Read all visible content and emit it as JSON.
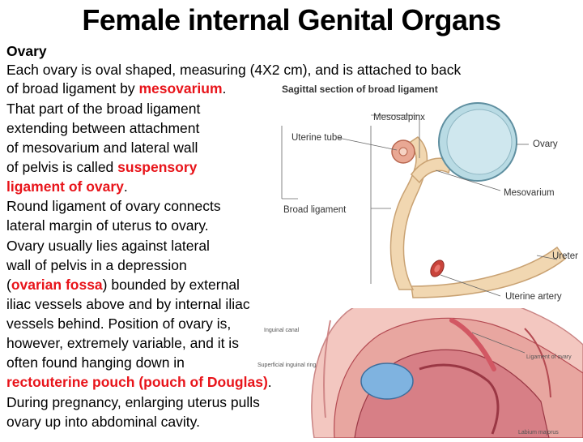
{
  "title": "Female internal Genital Organs",
  "body": {
    "heading": "Ovary",
    "line1": "Each ovary is oval shaped, measuring (4X2 cm), and is attached to back",
    "line2_a": "of broad ligament by ",
    "line2_red": "mesovarium",
    "line2_b": ".",
    "line3": "That part of the broad ligament",
    "line4": "extending between attachment",
    "line5": "of mesovarium and lateral wall",
    "line6_a": "of pelvis is called ",
    "line6_red": "suspensory",
    "line7_red": "ligament of ovary",
    "line7_b": ".",
    "line8": "Round ligament of ovary connects",
    "line9": "lateral margin of uterus to ovary.",
    "line10": "Ovary usually lies against lateral",
    "line11": "wall of pelvis in a depression",
    "line12_a": "(",
    "line12_red": "ovarian fossa",
    "line12_b": ") bounded by external",
    "line13": "iliac vessels above and by internal iliac",
    "line14": "vessels behind. Position of ovary is,",
    "line15": "however, extremely variable, and it is",
    "line16": "often found hanging down in",
    "line17_red": "rectouterine pouch (pouch of Douglas)",
    "line17_b": ".",
    "line18": "During pregnancy, enlarging uterus pulls",
    "line19": "ovary up into abdominal cavity."
  },
  "figure": {
    "caption": "Sagittal section of broad ligament",
    "labels": {
      "mesosalpinx": "Mesosalpinx",
      "uterine_tube": "Uterine tube",
      "ovary": "Ovary",
      "mesovarium": "Mesovarium",
      "broad_ligament": "Broad ligament",
      "ureter": "Ureter",
      "uterine_artery": "Uterine artery",
      "ligament_of_ovary": "Ligament of ovary",
      "inguinal_canal": "Inguinal canal",
      "superficial_inguinal_ring": "Superficial inguinal ring",
      "labium_majorus": "Labium majorus"
    },
    "colors": {
      "ligament": "#f1d7b1",
      "ligament_edge": "#c9a273",
      "ovary_fill": "#b9dbe4",
      "ovary_edge": "#5f8fa0",
      "tube": "#e9a894",
      "artery": "#c9433b",
      "tissue": "#e8a6a0",
      "tissue_dark": "#b44a52",
      "pelvic": "#7fb3e0"
    }
  }
}
